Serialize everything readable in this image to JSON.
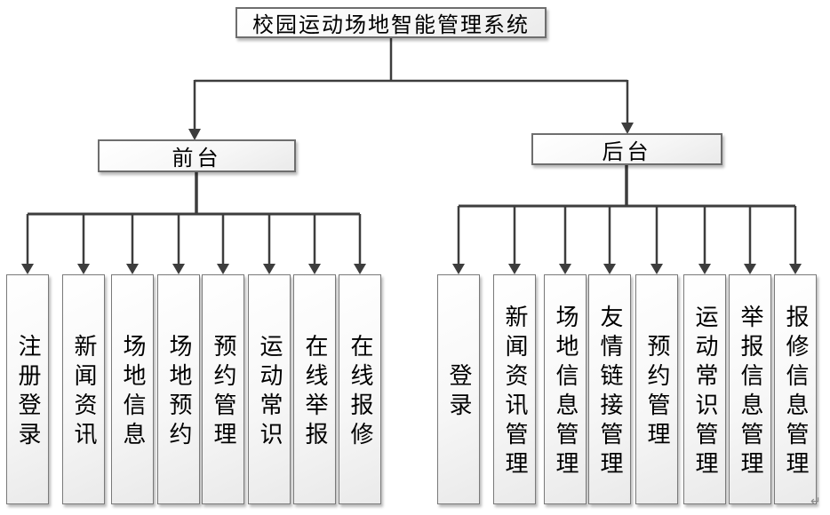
{
  "diagram": {
    "title": "校园运动场地智能管理系统",
    "branches": {
      "frontend": {
        "label": "前台",
        "items": [
          "注册登录",
          "新闻资讯",
          "场地信息",
          "场地预约",
          "预约管理",
          "运动常识",
          "在线举报",
          "在线报修"
        ]
      },
      "backend": {
        "label": "后台",
        "items": [
          "登录",
          "新闻资讯管理",
          "场地信息管理",
          "友情链接管理",
          "预约管理",
          "运动常识管理",
          "举报信息管理",
          "报修信息管理"
        ]
      }
    },
    "paragraph_mark": "↵",
    "colors": {
      "connector": "#3d3d3d",
      "box_border": "#6e6e6e",
      "box_fill_top": "#ffffff",
      "box_fill_bottom": "#eaeaea",
      "text": "#000000",
      "background": "#ffffff"
    }
  }
}
